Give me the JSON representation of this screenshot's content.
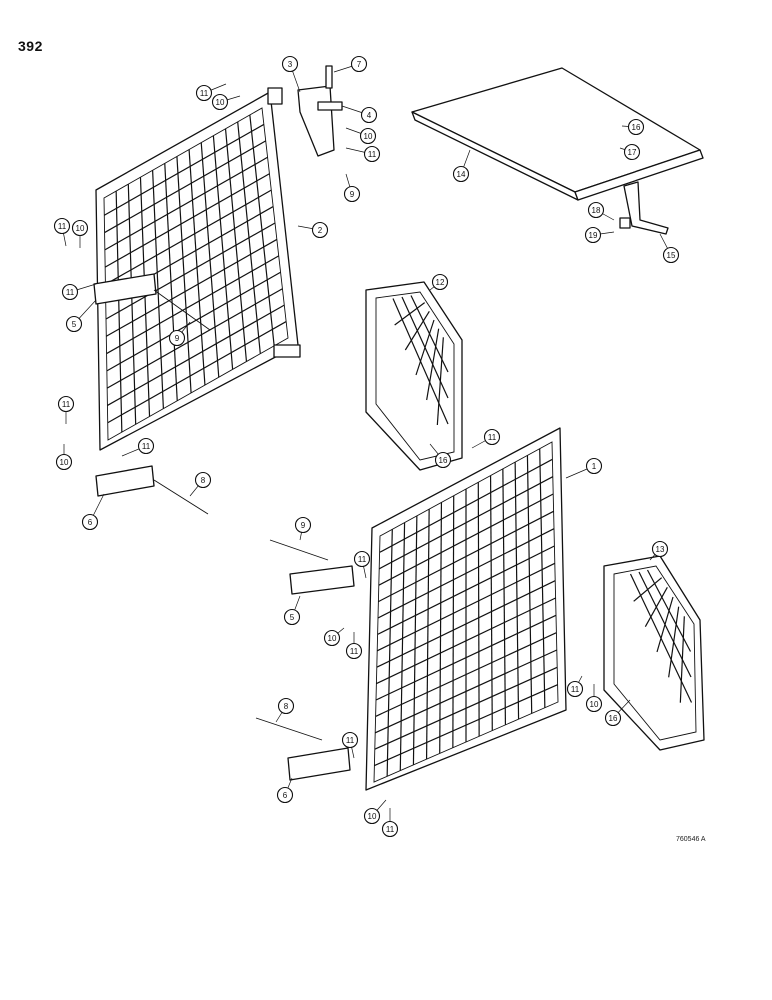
{
  "page_number": "392",
  "drawing_id": "760546 A",
  "callouts": [
    {
      "label": "1"
    },
    {
      "label": "2"
    },
    {
      "label": "3"
    },
    {
      "label": "4"
    },
    {
      "label": "5"
    },
    {
      "label": "5"
    },
    {
      "label": "6"
    },
    {
      "label": "6"
    },
    {
      "label": "7"
    },
    {
      "label": "8"
    },
    {
      "label": "8"
    },
    {
      "label": "9"
    },
    {
      "label": "9"
    },
    {
      "label": "9"
    },
    {
      "label": "10"
    },
    {
      "label": "10"
    },
    {
      "label": "10"
    },
    {
      "label": "10"
    },
    {
      "label": "10"
    },
    {
      "label": "10"
    },
    {
      "label": "10"
    },
    {
      "label": "11"
    },
    {
      "label": "11"
    },
    {
      "label": "11"
    },
    {
      "label": "11"
    },
    {
      "label": "11"
    },
    {
      "label": "11"
    },
    {
      "label": "11"
    },
    {
      "label": "11"
    },
    {
      "label": "11"
    },
    {
      "label": "11"
    },
    {
      "label": "11"
    },
    {
      "label": "11"
    },
    {
      "label": "12"
    },
    {
      "label": "13"
    },
    {
      "label": "14"
    },
    {
      "label": "15"
    },
    {
      "label": "16"
    },
    {
      "label": "16"
    },
    {
      "label": "16"
    },
    {
      "label": "17"
    },
    {
      "label": "18"
    },
    {
      "label": "19"
    }
  ]
}
